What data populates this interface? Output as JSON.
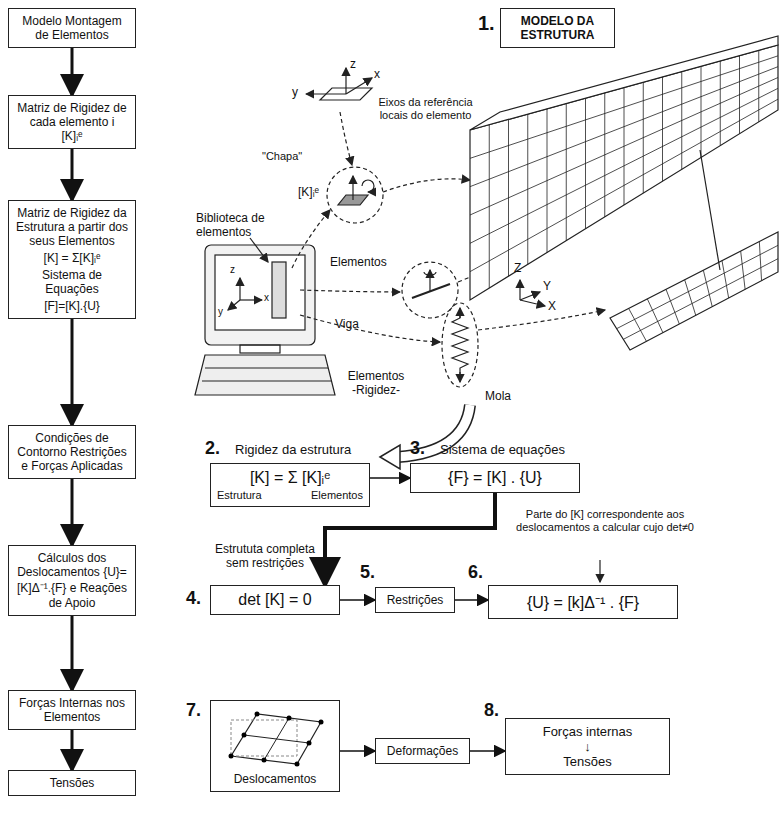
{
  "diagram": {
    "nodes": [
      {
        "text": [
          "Modelo Montagem de Elementos"
        ]
      },
      {
        "text": [
          "Matriz de Rigidez de cada elemento i",
          "[K]ᵢᵉ"
        ]
      },
      {
        "text": [
          "Matriz de Rigidez da Estrutura a partir dos seus Elementos",
          "[K] = Σ[K]ᵢᵉ",
          "Sistema de Equações",
          "[F]=[K].{U}"
        ]
      },
      {
        "text": [
          "Condições de Contorno Restrições e Forças Aplicadas"
        ]
      },
      {
        "text": [
          "Cálculos dos Deslocamentos {U}=[K]Δ⁻¹.{F} e Reações de Apoio"
        ]
      },
      {
        "text": [
          "Forças Internas nos Elementos"
        ]
      },
      {
        "text": [
          "Tensões"
        ]
      },
      {
        "text": [
          "MODELO DA ESTRUTURA"
        ]
      },
      {
        "text": [
          "[K] = Σ [K]ᵢᵉ",
          "Estrutura",
          "Elementos"
        ]
      },
      {
        "text": [
          "{F} = [K] . {U}"
        ]
      },
      {
        "text": [
          "det [K] = 0"
        ]
      },
      {
        "text": [
          "Restrições"
        ]
      },
      {
        "text": [
          "{U} = [k]Δ⁻¹ . {F}"
        ]
      },
      {
        "text": [
          "Deslocamentos"
        ]
      },
      {
        "text": [
          "Deformações"
        ]
      },
      {
        "text": [
          "Forças internas",
          "↓",
          "Tensões"
        ]
      }
    ],
    "edges": [
      {
        "from": 0,
        "to": 1,
        "arrow": "to"
      },
      {
        "from": 1,
        "to": 2,
        "arrow": "to"
      },
      {
        "from": 2,
        "to": 3,
        "arrow": "to"
      },
      {
        "from": 3,
        "to": 4,
        "arrow": "to"
      },
      {
        "from": 4,
        "to": 5,
        "arrow": "to"
      },
      {
        "from": 5,
        "to": 6,
        "arrow": "to"
      },
      {
        "from": 8,
        "to": 9,
        "arrow": "to"
      },
      {
        "from": 9,
        "to": 10,
        "arrow": "to"
      },
      {
        "from": 10,
        "to": 11,
        "arrow": "to"
      },
      {
        "from": 11,
        "to": 12,
        "arrow": "to"
      },
      {
        "from": 13,
        "to": 14,
        "arrow": "to"
      },
      {
        "from": 14,
        "to": 15,
        "arrow": "to"
      }
    ],
    "labels": [
      "1.",
      "z",
      "y",
      "x",
      "Eixos da referência locais do elemento",
      "\"Chapa\"",
      "[K]ᵢᵉ",
      "Biblioteca de elementos",
      "Elementos",
      "Viga",
      "Elementos -Rigidez-",
      "Mola",
      "Z",
      "Y",
      "X",
      "z",
      "x",
      "y",
      "2.",
      "Rigidez da estrutura",
      "3.",
      "Sistema de equações",
      "Estrututa completa sem restrições",
      "4.",
      "5.",
      "6.",
      "Parte do [K] correspondente aos deslocamentos a calcular cujo det≠0",
      "7.",
      "8."
    ]
  }
}
